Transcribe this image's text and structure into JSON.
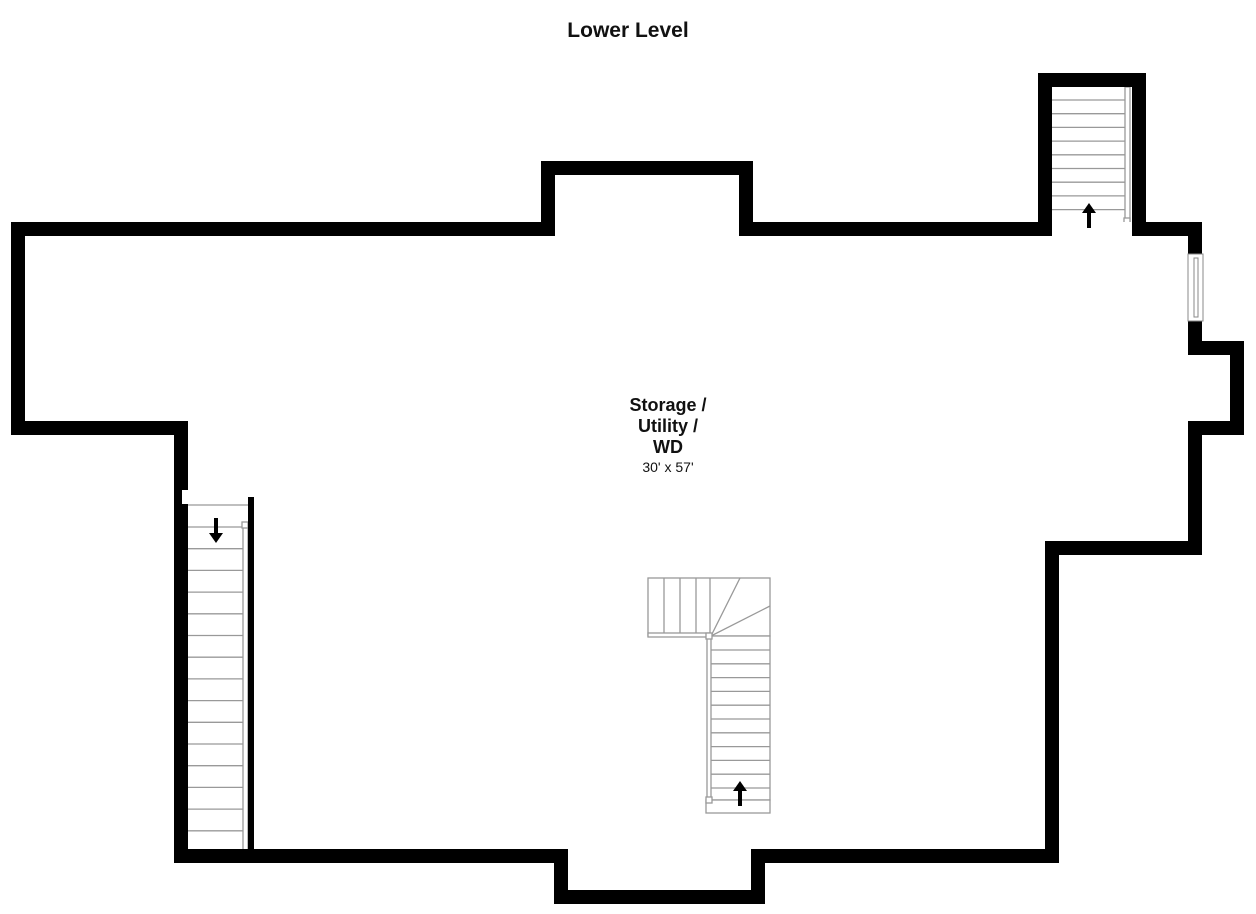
{
  "title": "Lower Level",
  "room": {
    "name_lines": [
      "Storage /",
      "Utility /",
      "WD"
    ],
    "dimensions": "30' x 57'"
  },
  "colors": {
    "wall": "#000000",
    "stair_line": "#999999"
  },
  "stairs": [
    {
      "id": "top-right",
      "direction": "up"
    },
    {
      "id": "left",
      "direction": "down"
    },
    {
      "id": "center",
      "direction": "up"
    }
  ]
}
